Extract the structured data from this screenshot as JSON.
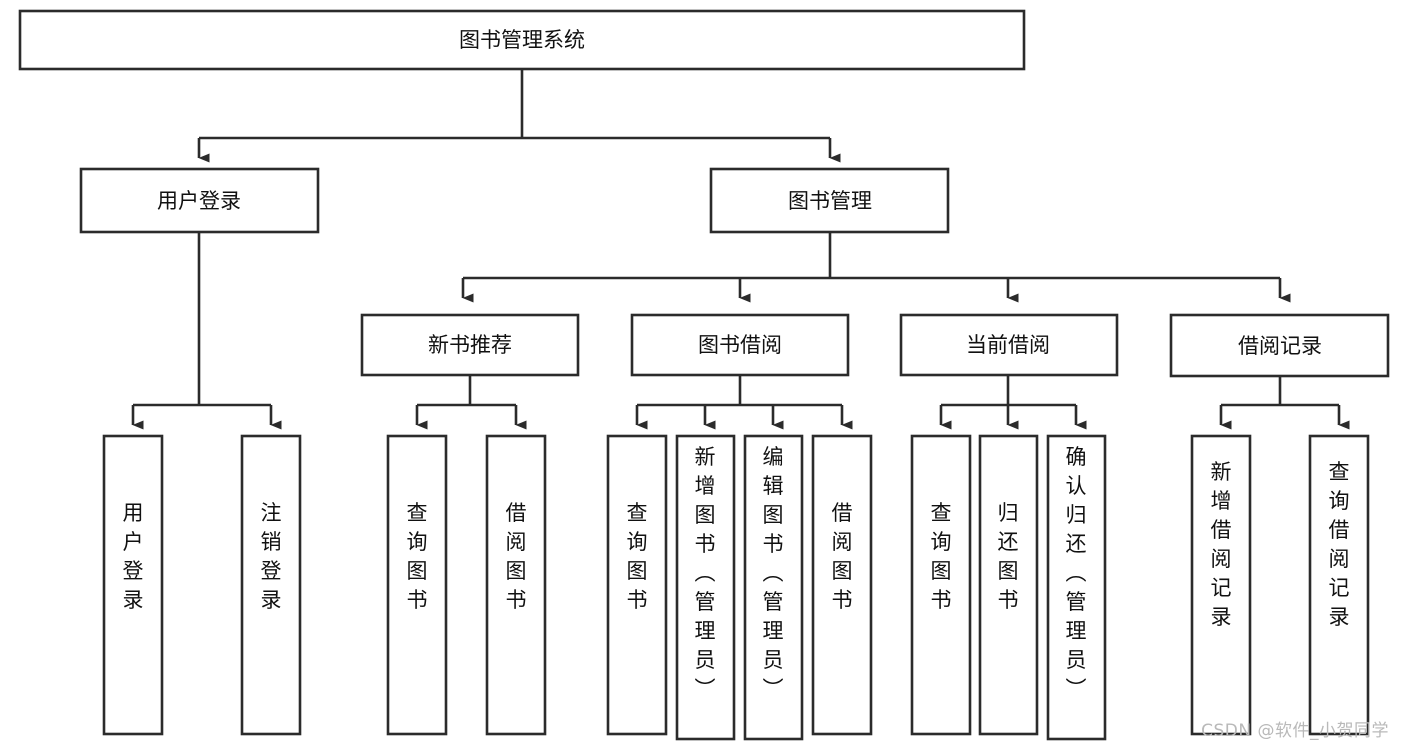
{
  "diagram": {
    "title": "图书管理系统",
    "type": "tree-hierarchy-chart",
    "orientation": "top-down",
    "watermark": "CSDN @软件_小贺同学",
    "colors": {
      "stroke": "#2b2b2b",
      "fill": "#ffffff",
      "text": "#111111",
      "background": "#ffffff",
      "watermark": "#b9b9b9"
    },
    "nodes": {
      "root": {
        "label": "图书管理系统",
        "level": 1,
        "orientation": "horizontal"
      },
      "l2": [
        {
          "id": "user-login",
          "label": "用户登录",
          "level": 2,
          "orientation": "horizontal"
        },
        {
          "id": "book-manage",
          "label": "图书管理",
          "level": 2,
          "orientation": "horizontal"
        }
      ],
      "l3": [
        {
          "id": "new-book-rec",
          "label": "新书推荐",
          "level": 3,
          "orientation": "horizontal",
          "parent": "book-manage"
        },
        {
          "id": "book-borrow",
          "label": "图书借阅",
          "level": 3,
          "orientation": "horizontal",
          "parent": "book-manage"
        },
        {
          "id": "current-borrow",
          "label": "当前借阅",
          "level": 3,
          "orientation": "horizontal",
          "parent": "book-manage"
        },
        {
          "id": "borrow-record",
          "label": "借阅记录",
          "level": 3,
          "orientation": "horizontal",
          "parent": "book-manage"
        }
      ],
      "leaves": [
        {
          "id": "leaf-user-login",
          "label": "用户登录",
          "orientation": "vertical",
          "parent": "user-login"
        },
        {
          "id": "leaf-user-logout",
          "label": "注销登录",
          "orientation": "vertical",
          "parent": "user-login"
        },
        {
          "id": "leaf-query-book-1",
          "label": "查询图书",
          "orientation": "vertical",
          "parent": "new-book-rec"
        },
        {
          "id": "leaf-borrow-book-1",
          "label": "借阅图书",
          "orientation": "vertical",
          "parent": "new-book-rec"
        },
        {
          "id": "leaf-query-book-2",
          "label": "查询图书",
          "orientation": "vertical",
          "parent": "book-borrow"
        },
        {
          "id": "leaf-add-book",
          "label": "新增图书（管理员）",
          "orientation": "vertical",
          "parent": "book-borrow"
        },
        {
          "id": "leaf-edit-book",
          "label": "编辑图书（管理员）",
          "orientation": "vertical",
          "parent": "book-borrow"
        },
        {
          "id": "leaf-borrow-book-2",
          "label": "借阅图书",
          "orientation": "vertical",
          "parent": "book-borrow"
        },
        {
          "id": "leaf-query-book-3",
          "label": "查询图书",
          "orientation": "vertical",
          "parent": "current-borrow"
        },
        {
          "id": "leaf-return-book",
          "label": "归还图书",
          "orientation": "vertical",
          "parent": "current-borrow"
        },
        {
          "id": "leaf-confirm-return",
          "label": "确认归还（管理员）",
          "orientation": "vertical",
          "parent": "current-borrow"
        },
        {
          "id": "leaf-add-record",
          "label": "新增借阅记录",
          "orientation": "vertical",
          "parent": "borrow-record"
        },
        {
          "id": "leaf-query-record",
          "label": "查询借阅记录",
          "orientation": "vertical",
          "parent": "borrow-record"
        }
      ]
    }
  }
}
